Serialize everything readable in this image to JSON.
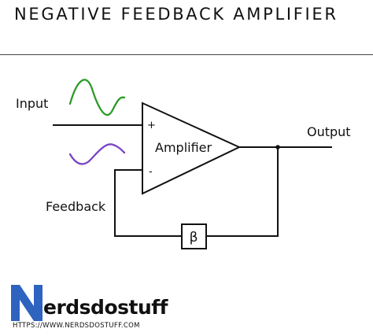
{
  "title": "NEGATIVE FEEDBACK AMPLIFIER",
  "diagram": {
    "input_label": "Input",
    "output_label": "Output",
    "feedback_label": "Feedback",
    "amplifier_label": "Amplifier",
    "plus_sign": "+",
    "minus_sign": "-",
    "beta_label": "β",
    "colors": {
      "input_wave": "#2e9a2a",
      "feedback_wave": "#7a44c4",
      "wire": "#111111"
    }
  },
  "logo": {
    "brand": "erdsdostuff",
    "url": "HTTPS://WWW.NERDSDOSTUFF.COM",
    "color": "#2f63c0"
  }
}
